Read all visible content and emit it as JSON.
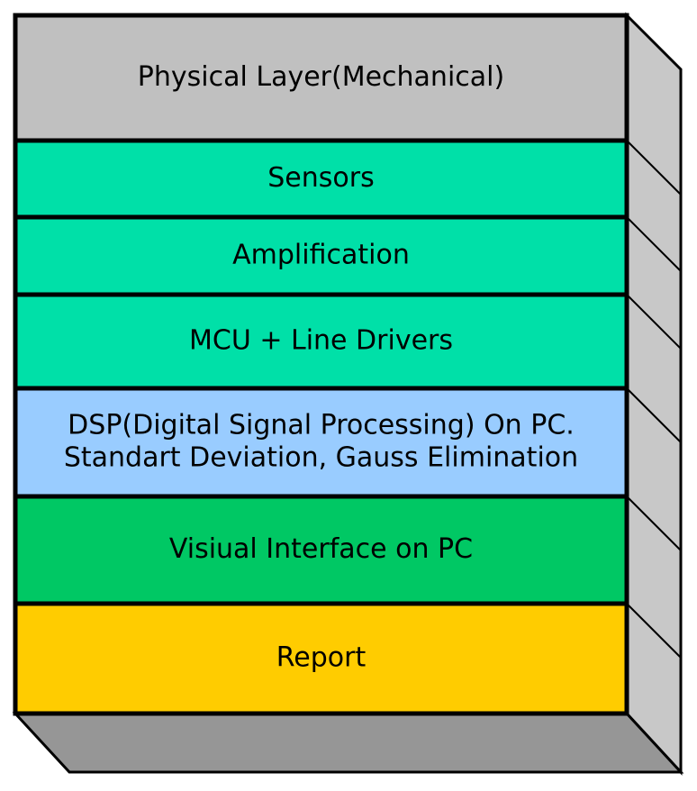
{
  "diagram": {
    "layers": [
      {
        "lines": [
          "Physical Layer(Mechanical)"
        ],
        "color": "#c0c0c0"
      },
      {
        "lines": [
          "Sensors"
        ],
        "color": "#00e0a8"
      },
      {
        "lines": [
          "Amplification"
        ],
        "color": "#00e0a8"
      },
      {
        "lines": [
          "MCU + Line Drivers"
        ],
        "color": "#00e0a8"
      },
      {
        "lines": [
          "DSP(Digital Signal Processing) On PC.",
          "Standart Deviation, Gauss Elimination"
        ],
        "color": "#99ccff"
      },
      {
        "lines": [
          "Visiual Interface on PC"
        ],
        "color": "#00c864"
      },
      {
        "lines": [
          "Report"
        ],
        "color": "#ffcc00"
      }
    ],
    "side_color": "#c8c8c8",
    "bottom_color": "#969696",
    "border_color": "#000000"
  }
}
